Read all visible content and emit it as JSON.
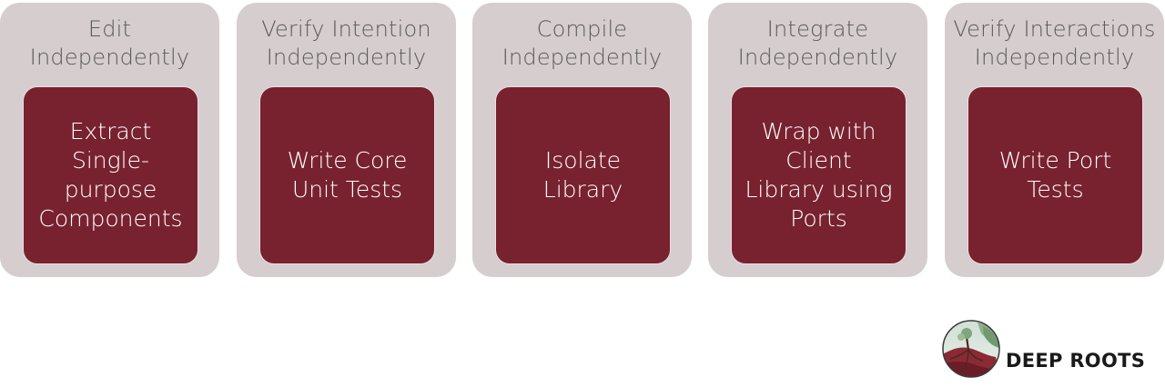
{
  "colors": {
    "column_bg": "#d6cdcf",
    "card_bg": "#78222f",
    "title_text": "#5a5a5a",
    "card_text": "#ffffff",
    "logo_text": "#1a1a1a"
  },
  "columns": [
    {
      "title_lines": [
        "Edit",
        "Independently"
      ],
      "card_lines": [
        "Extract",
        "Single-",
        "purpose",
        "Components"
      ]
    },
    {
      "title_lines": [
        "Verify Intention",
        "Independently"
      ],
      "card_lines": [
        "Write Core",
        "Unit Tests"
      ]
    },
    {
      "title_lines": [
        "Compile",
        "Independently"
      ],
      "card_lines": [
        "Isolate",
        "Library"
      ]
    },
    {
      "title_lines": [
        "Integrate",
        "Independently"
      ],
      "card_lines": [
        "Wrap with",
        "Client",
        "Library using",
        "Ports"
      ]
    },
    {
      "title_lines": [
        "Verify Interactions",
        "Independently"
      ],
      "card_lines": [
        "Write Port",
        "Tests"
      ]
    }
  ],
  "logo": {
    "text": "DEEP ROOTS",
    "icon": "tree-roots-icon"
  }
}
